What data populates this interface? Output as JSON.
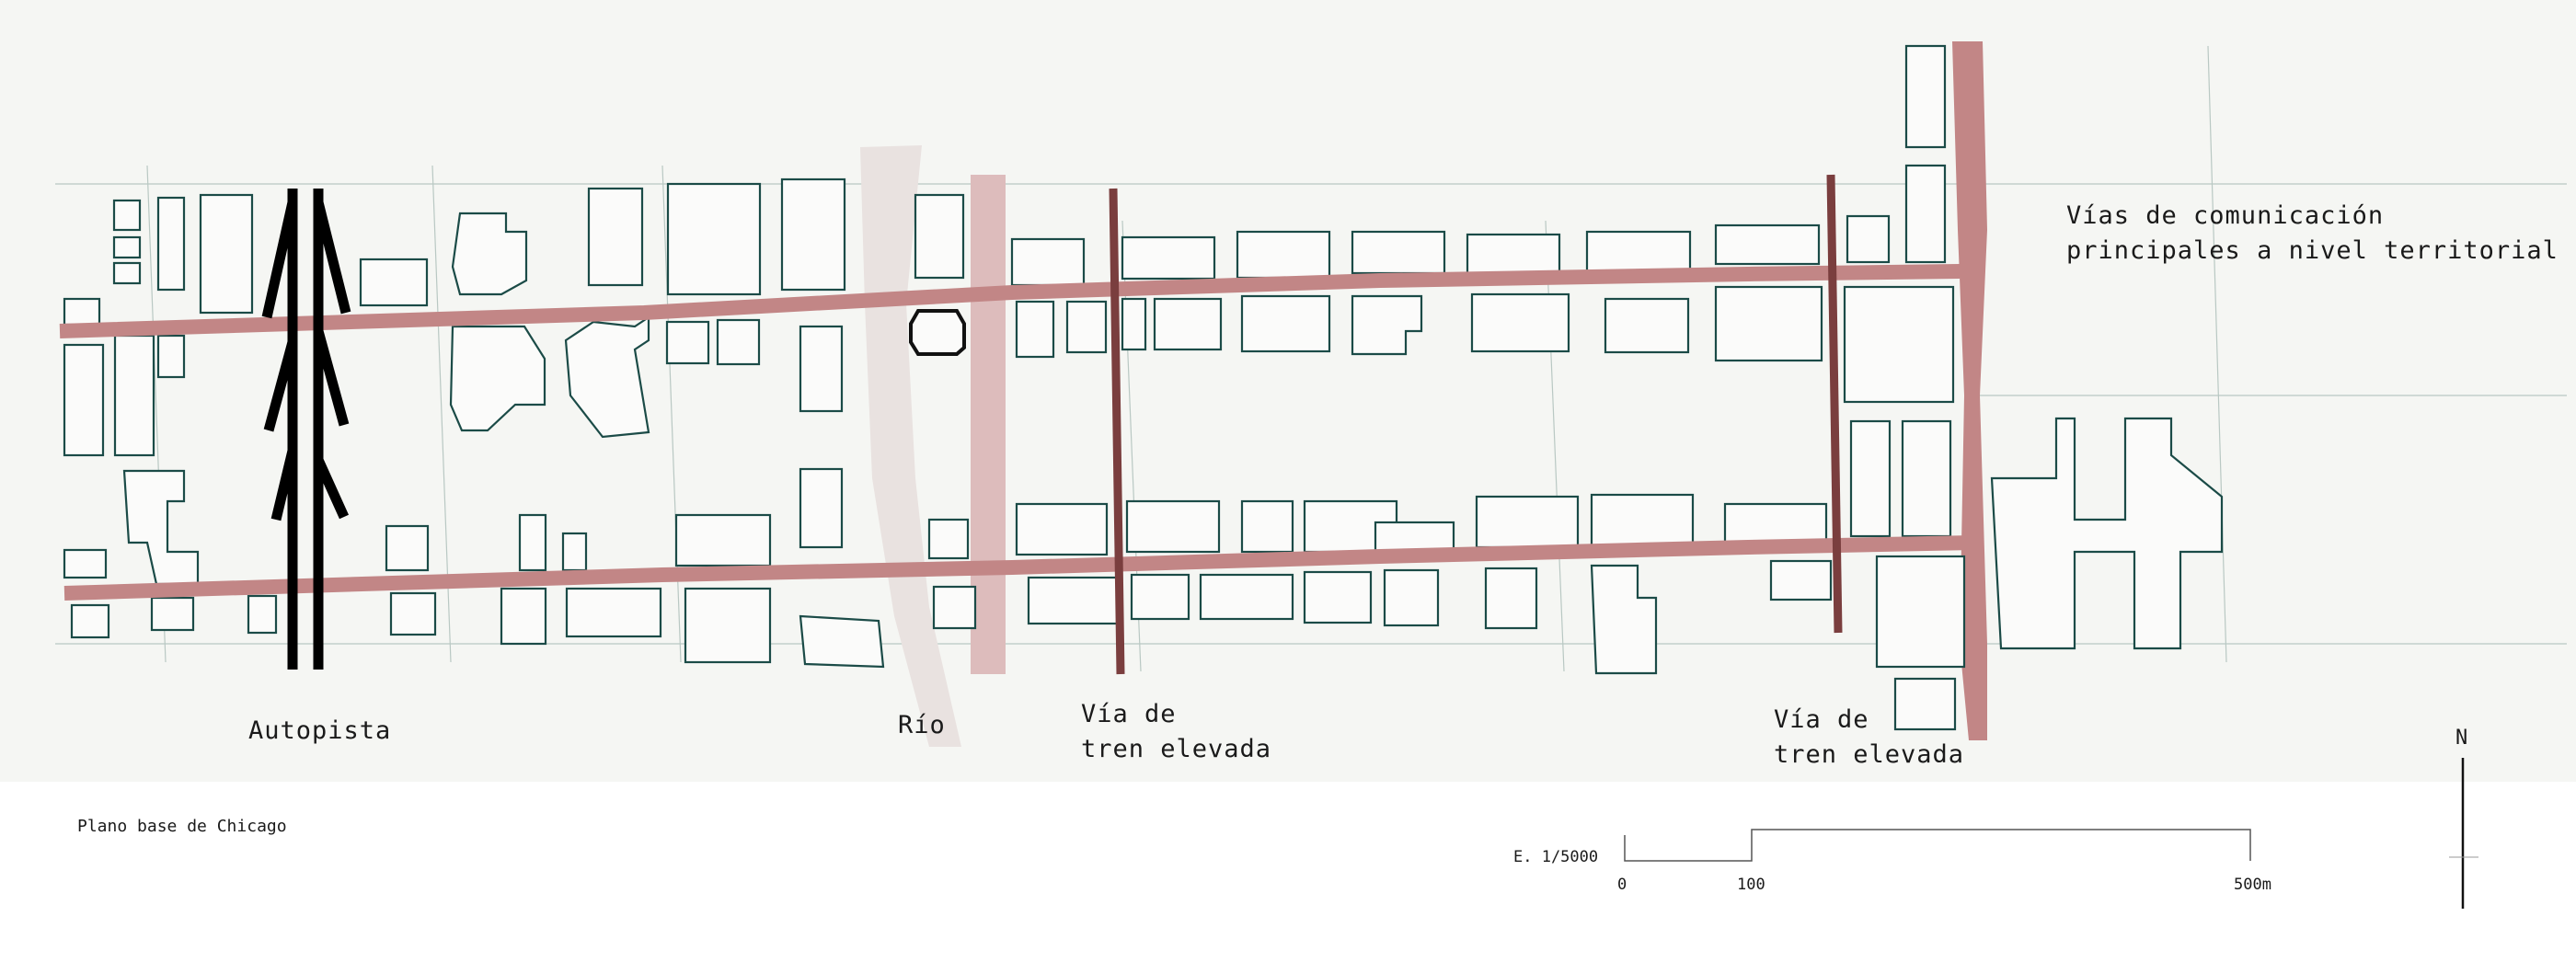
{
  "map": {
    "labels": {
      "highway": "Autopista",
      "river": "Río",
      "rail_left": "Vía de\ntren elevada",
      "rail_right": "Vía de\ntren elevada",
      "territorial": "Vías de comunicación\nprincipales a nivel territorial"
    },
    "colors": {
      "background": "#f5f6f3",
      "street": "#c28686",
      "rail": "#7a3e3e",
      "river": "#e9e2e0",
      "highway": "#000000",
      "buildings": "#1b4b47"
    }
  },
  "caption": "Plano base de Chicago",
  "scale": {
    "ratio": "E. 1/5000",
    "ticks": [
      "0",
      "100",
      "500m"
    ]
  },
  "north": {
    "label": "N"
  }
}
